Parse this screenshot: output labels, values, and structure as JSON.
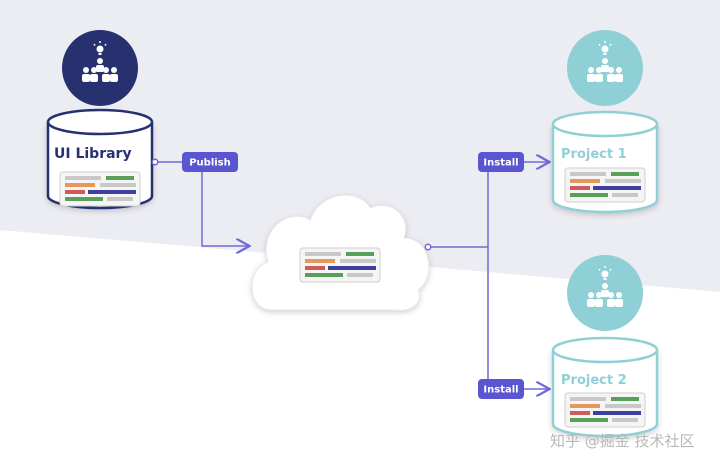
{
  "ui_library": {
    "title": "UI Library"
  },
  "project1": {
    "title": "Project 1"
  },
  "project2": {
    "title": "Project 2"
  },
  "actions": {
    "publish": "Publish",
    "install_top": "Install",
    "install_bottom": "Install"
  },
  "watermark": "知乎 @掘金 技术社区",
  "colors": {
    "dark_navy": "#27316f",
    "teal": "#8fd0d6",
    "pill": "#5a55d1",
    "line": "#7169d6",
    "background_band": "#ececf3"
  }
}
